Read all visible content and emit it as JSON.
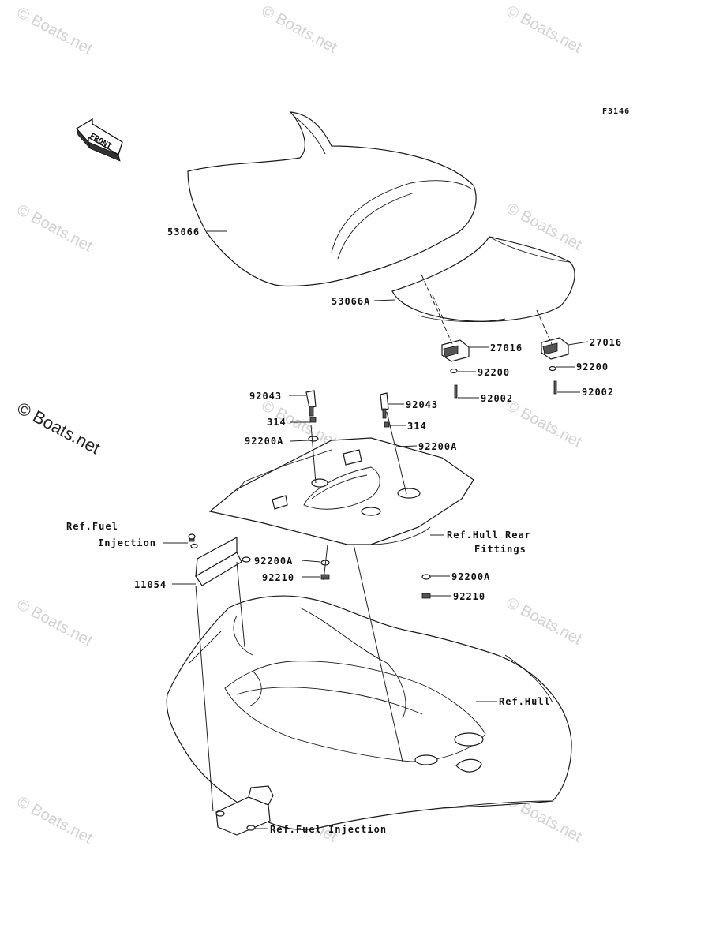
{
  "figure_code": "F3146",
  "front_arrow_text": "FRONT",
  "watermark": "© Boats.net",
  "side_watermark": "© Boats.net",
  "labels": {
    "seat_front": "53066",
    "seat_rear": "53066A",
    "bracket_left": "27016",
    "bracket_right": "27016",
    "washer_left": "92200",
    "washer_right": "92200",
    "bolt_left": "92002",
    "bolt_right": "92002",
    "latch_bolt_left": "92043",
    "latch_bolt_right": "92043",
    "nut_left": "314",
    "nut_right": "314",
    "latch_washer_left": "92200A",
    "latch_washer_right": "92200A",
    "hull_rear_fittings_line1": "Ref.Hull Rear",
    "hull_rear_fittings_line2": "Fittings",
    "fuel_injection_top_line1": "Ref.Fuel",
    "fuel_injection_top_line2": "Injection",
    "stay": "11054",
    "lower_washer_left": "92200A",
    "lower_nut_left": "92210",
    "lower_washer_right": "92200A",
    "lower_nut_right": "92210",
    "hull": "Ref.Hull",
    "fuel_injection_bottom": "Ref.Fuel Injection"
  }
}
